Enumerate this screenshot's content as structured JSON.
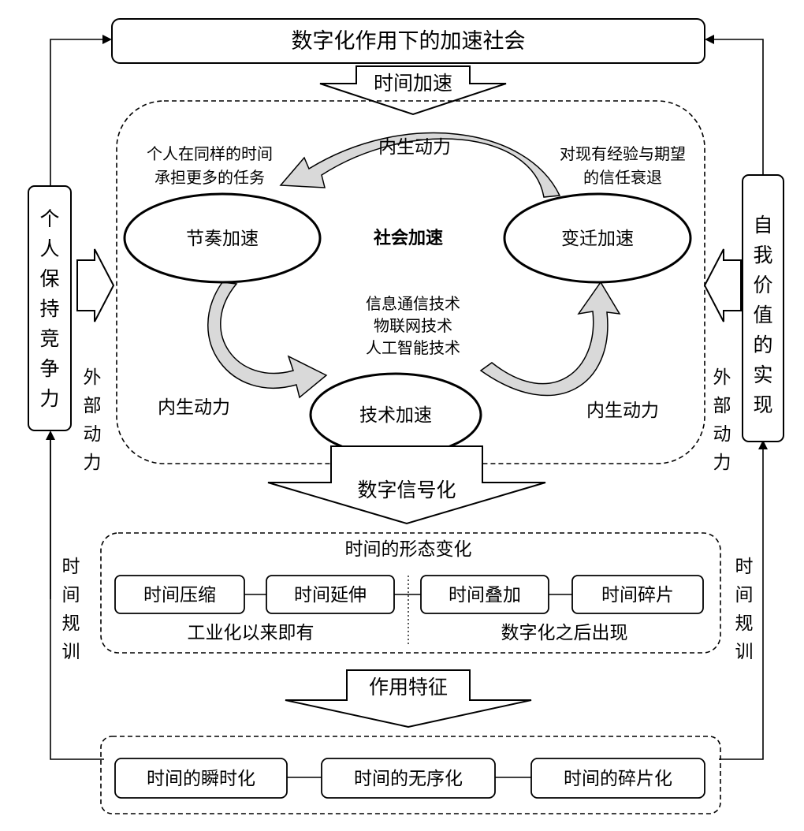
{
  "top_box": "数字化作用下的加速社会",
  "arrow_time_accel": "时间加速",
  "center_label": "社会加速",
  "ellipses": {
    "rhythm": "节奏加速",
    "change": "变迁加速",
    "tech": "技术加速"
  },
  "endogenous": {
    "top": "内生动力",
    "left": "内生动力",
    "right": "内生动力"
  },
  "note_left": [
    "个人在同样的时间",
    "承担更多的任务"
  ],
  "note_right": [
    "对现有经验与期望",
    "的信任衰退"
  ],
  "tech_list": [
    "信息通信技术",
    "物联网技术",
    "人工智能技术"
  ],
  "side_left_box": [
    "个",
    "人",
    "保",
    "持",
    "竞",
    "争",
    "力"
  ],
  "side_right_box": [
    "自",
    "我",
    "价",
    "值",
    "的",
    "实",
    "现"
  ],
  "external_left": [
    "外",
    "部",
    "动",
    "力"
  ],
  "external_right": [
    "外",
    "部",
    "动",
    "力"
  ],
  "arrow_digital": "数字信号化",
  "form_change": {
    "title": "时间的形态变化",
    "items": [
      "时间压缩",
      "时间延伸",
      "时间叠加",
      "时间碎片"
    ],
    "caption_left": "工业化以来即有",
    "caption_right": "数字化之后出现"
  },
  "arrow_effect": "作用特征",
  "features": [
    "时间的瞬时化",
    "时间的无序化",
    "时间的碎片化"
  ],
  "discipline_left": [
    "时",
    "间",
    "规",
    "训"
  ],
  "discipline_right": [
    "时",
    "间",
    "规",
    "训"
  ]
}
